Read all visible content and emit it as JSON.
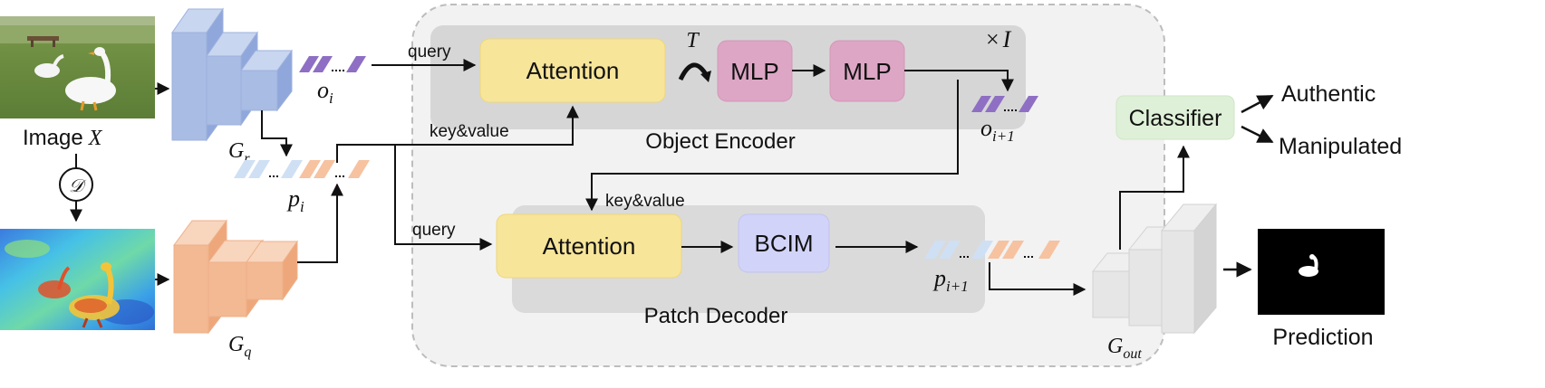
{
  "input": {
    "image_label": "Image",
    "image_symbol": "X",
    "transform_symbol": "𝒟"
  },
  "backbones": {
    "rgb_name": "G",
    "rgb_sub": "r",
    "noise_name": "G",
    "noise_sub": "q",
    "out_name": "G",
    "out_sub": "out"
  },
  "tokens": {
    "object": "o",
    "object_sub": "i",
    "object_next": "o",
    "object_next_sub": "i+1",
    "patch": "p",
    "patch_sub": "i",
    "patch_next": "p",
    "patch_next_sub": "i+1"
  },
  "object_encoder": {
    "title": "Object Encoder",
    "attention_label": "Attention",
    "mlp1_label": "MLP",
    "mlp2_label": "MLP",
    "loop_symbol": "T",
    "query_label": "query",
    "kv_label": "key&value"
  },
  "patch_decoder": {
    "title": "Patch Decoder",
    "attention_label": "Attention",
    "bcim_label": "BCIM",
    "query_label": "query",
    "kv_label": "key&value"
  },
  "iteration": {
    "times": "×",
    "symbol": "I"
  },
  "classifier": {
    "label": "Classifier",
    "outputs": [
      "Authentic",
      "Manipulated"
    ]
  },
  "prediction": {
    "label": "Prediction"
  },
  "colors": {
    "blue_block": "#a9bce3",
    "orange_block": "#f2b993",
    "attention": "#f7e59a",
    "mlp": "#dca6c4",
    "bcim": "#d2d3f8",
    "classifier": "#dff0d8",
    "panel": "#d4d4d4",
    "outer": "#f2f2f2",
    "gray_block": "#e2e2e2"
  }
}
